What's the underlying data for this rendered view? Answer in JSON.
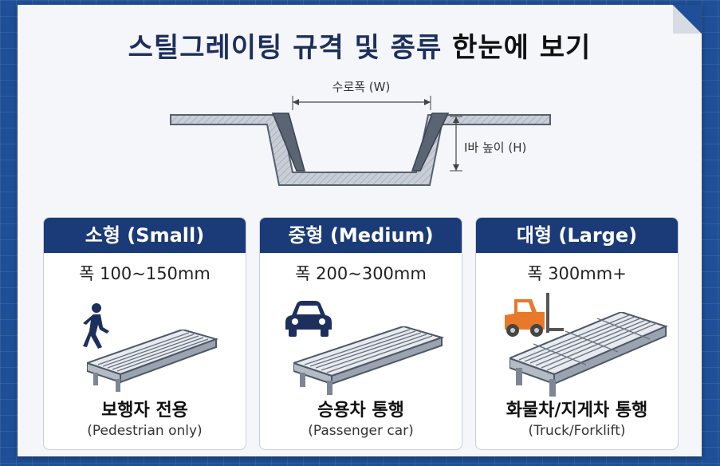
{
  "title": {
    "part1": "스틸그레이팅 규격 및 종류",
    "part2": "한눈에 보기"
  },
  "diagram": {
    "width_label": "수로폭 (W)",
    "height_label": "I바 높이 (H)"
  },
  "cards": [
    {
      "heading": "소형 (Small)",
      "width": "폭 100~150mm",
      "icon": "pedestrian-icon",
      "use": "보행자 전용",
      "use_en": "(Pedestrian only)"
    },
    {
      "heading": "중형 (Medium)",
      "width": "폭 200~300mm",
      "icon": "car-icon",
      "use": "승용차 통행",
      "use_en": "(Passenger car)"
    },
    {
      "heading": "대형 (Large)",
      "width": "폭 300mm+",
      "icon": "forklift-icon",
      "use": "화물차/지게차 통행",
      "use_en": "(Truck/Forklift)"
    }
  ],
  "colors": {
    "background": "#1f4f96",
    "card_header": "#1a3a78",
    "forklift": "#e8792a",
    "icon": "#1d2f5c"
  }
}
